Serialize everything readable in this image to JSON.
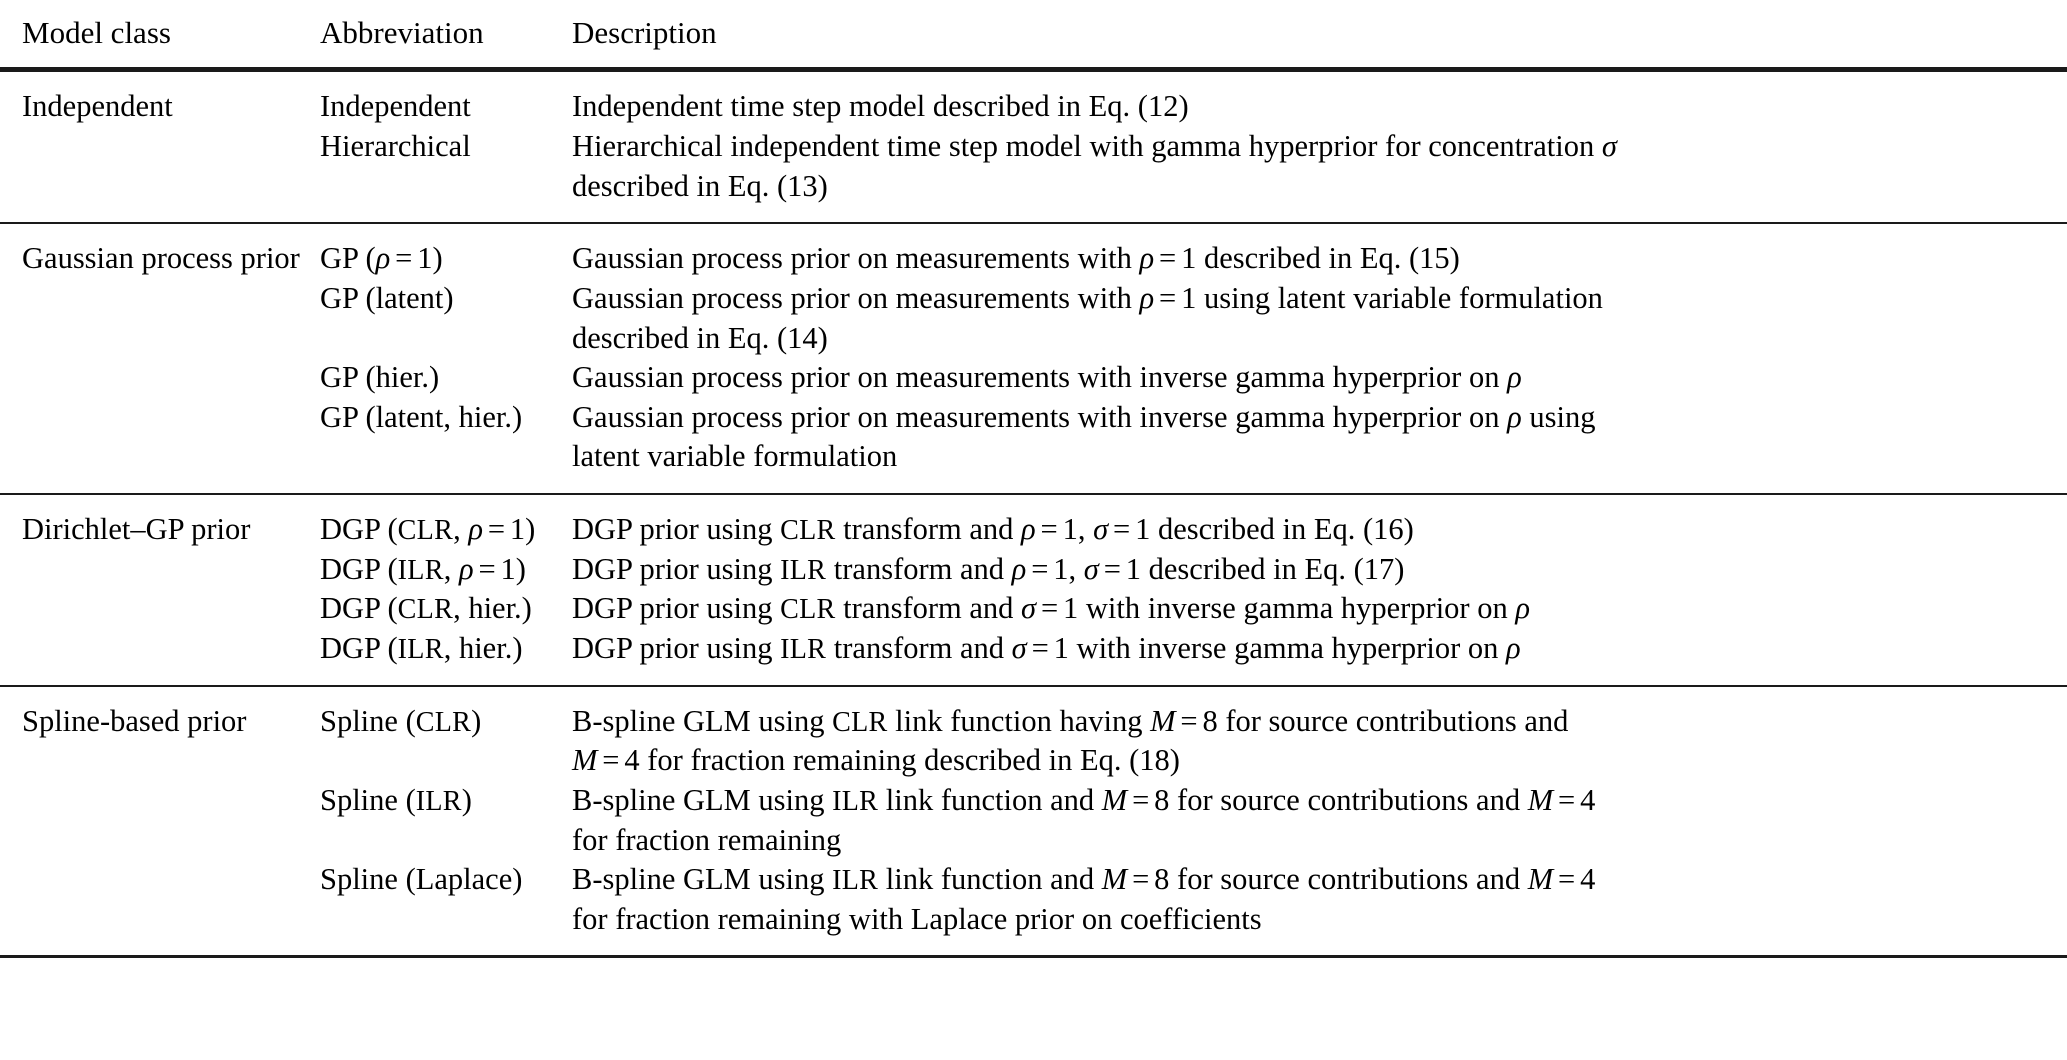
{
  "table": {
    "headers": {
      "model_class": "Model class",
      "abbreviation": "Abbreviation",
      "description": "Description"
    },
    "blocks": [
      {
        "model_class": "Independent",
        "rows": [
          {
            "abbreviation": "Independent",
            "description_lines": [
              "Independent time step model described in Eq. (12)"
            ]
          },
          {
            "abbreviation": "Hierarchical",
            "description_lines": [
              "Hierarchical independent time step model with gamma hyperprior for concentration σ",
              "described in Eq. (13)"
            ]
          }
        ]
      },
      {
        "model_class": "Gaussian process prior",
        "rows": [
          {
            "abbreviation": "GP (ρ = 1)",
            "description_lines": [
              "Gaussian process prior on measurements with ρ = 1 described in Eq. (15)"
            ]
          },
          {
            "abbreviation": "GP (latent)",
            "description_lines": [
              "Gaussian process prior on measurements with ρ = 1 using latent variable formulation",
              "described in Eq. (14)"
            ]
          },
          {
            "abbreviation": "GP (hier.)",
            "description_lines": [
              "Gaussian process prior on measurements with inverse gamma hyperprior on ρ"
            ]
          },
          {
            "abbreviation": "GP (latent, hier.)",
            "description_lines": [
              "Gaussian process prior on measurements with inverse gamma hyperprior on ρ using",
              "latent variable formulation"
            ]
          }
        ]
      },
      {
        "model_class": "Dirichlet–GP prior",
        "rows": [
          {
            "abbreviation": "DGP (CLR, ρ = 1)",
            "description_lines": [
              "DGP prior using CLR transform and ρ = 1, σ = 1 described in Eq. (16)"
            ]
          },
          {
            "abbreviation": "DGP (ILR, ρ = 1)",
            "description_lines": [
              "DGP prior using ILR transform and ρ = 1, σ = 1 described in Eq. (17)"
            ]
          },
          {
            "abbreviation": "DGP (CLR, hier.)",
            "description_lines": [
              "DGP prior using CLR transform and σ = 1 with inverse gamma hyperprior on ρ"
            ]
          },
          {
            "abbreviation": "DGP (ILR, hier.)",
            "description_lines": [
              "DGP prior using ILR transform and σ = 1 with inverse gamma hyperprior on ρ"
            ]
          }
        ]
      },
      {
        "model_class": "Spline-based prior",
        "rows": [
          {
            "abbreviation": "Spline (CLR)",
            "description_lines": [
              "B-spline GLM using CLR link function having M = 8 for source contributions and",
              "M = 4 for fraction remaining described in Eq. (18)"
            ]
          },
          {
            "abbreviation": "Spline (ILR)",
            "description_lines": [
              "B-spline GLM using ILR link function and M = 8 for source contributions and M = 4",
              "for fraction remaining"
            ]
          },
          {
            "abbreviation": "Spline (Laplace)",
            "description_lines": [
              "B-spline GLM using ILR link function and M = 8 for source contributions and M = 4",
              "for fraction remaining with Laplace prior on coefficients"
            ]
          }
        ]
      }
    ]
  }
}
